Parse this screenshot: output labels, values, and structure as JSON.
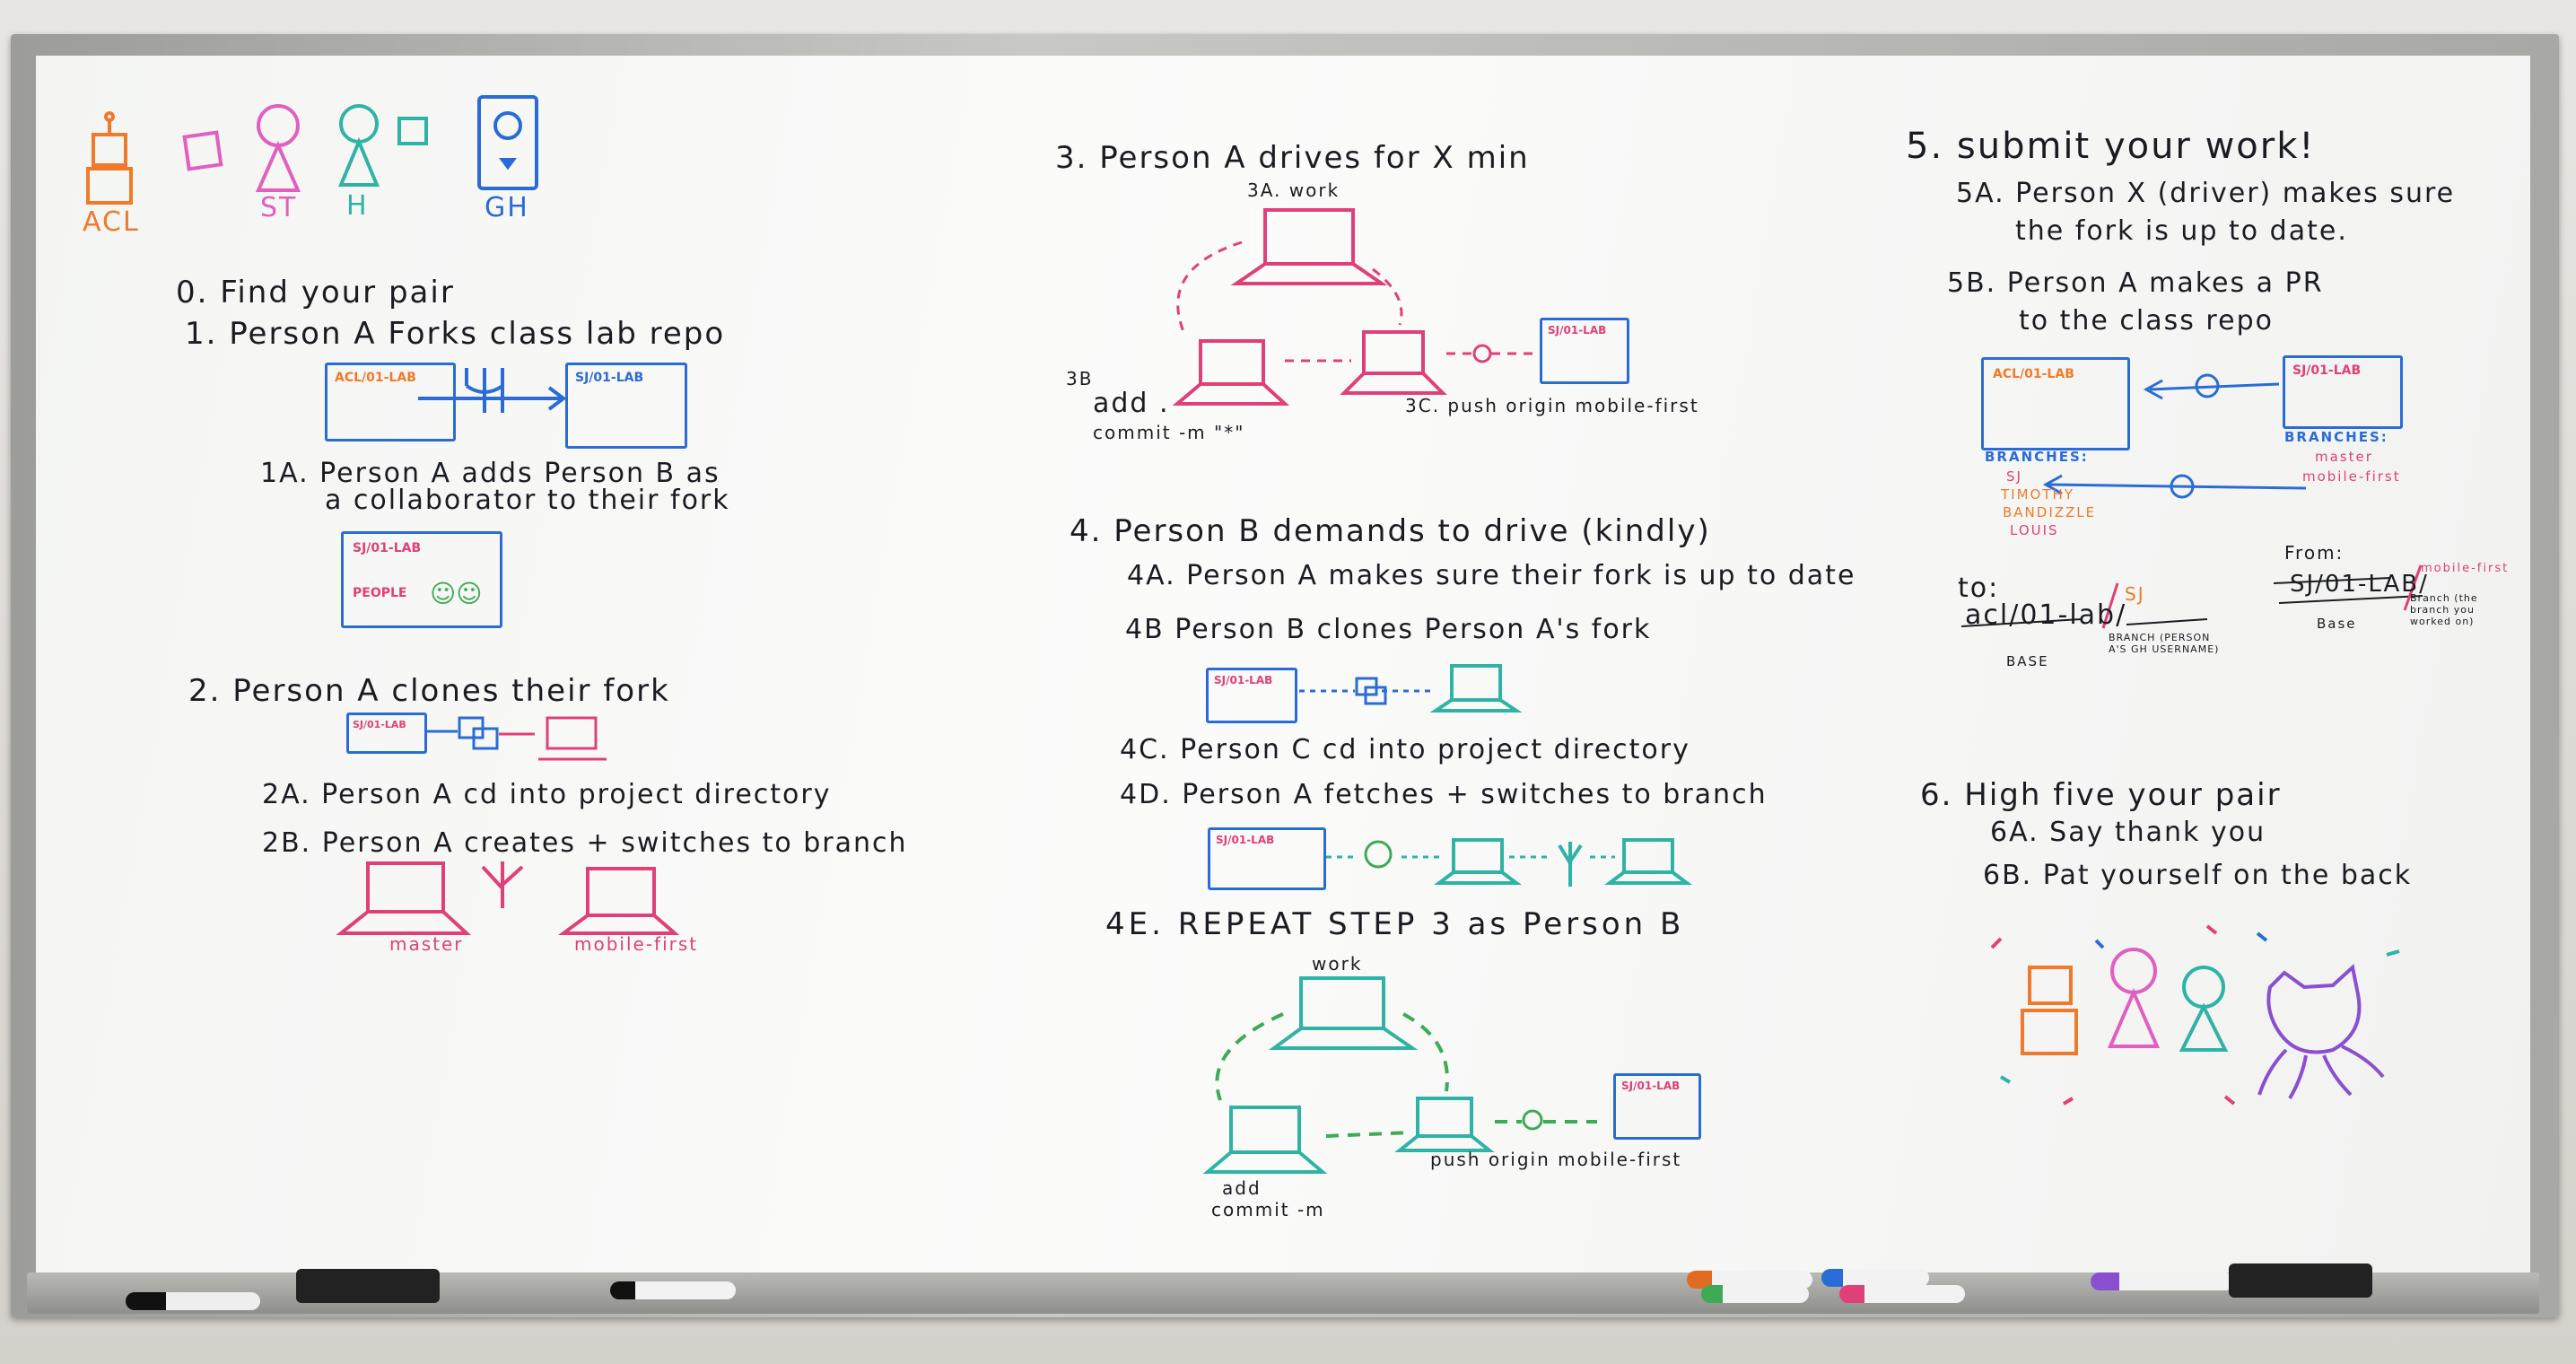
{
  "board": {
    "avatars": [
      {
        "label": "ACL",
        "color": "#f07a2a"
      },
      {
        "label": "ST",
        "color": "#e05fc0"
      },
      {
        "label": "H",
        "color": "#2fb3a6"
      },
      {
        "label": "GH",
        "color": "#2a6cd6"
      }
    ],
    "step0": "0. Find your pair",
    "step1": "1. Person A Forks class lab repo",
    "step1_boxes": [
      "ACL/01-LAB",
      "SJ/01-LAB"
    ],
    "step1a_line1": "1A. Person A adds Person B as",
    "step1a_line2": "a collaborator to their fork",
    "step1a_box": "SJ/01-LAB",
    "step1a_people": "PEOPLE",
    "step2": "2. Person A clones their fork",
    "step2_box": "SJ/01-LAB",
    "step2a": "2A. Person A cd into project directory",
    "step2b": "2B. Person A creates + switches to branch",
    "step2b_labels": [
      "master",
      "mobile-first"
    ],
    "step3": "3. Person A drives for X min",
    "step3a": "3A. work",
    "step3b_label": "3B",
    "step3b_line1": "add .",
    "step3b_line2": "commit -m \"*\"",
    "step3c": "3C. push origin mobile-first",
    "step3c_box": "SJ/01-LAB",
    "step4": "4. Person B demands to drive (kindly)",
    "step4a": "4A. Person A makes sure their fork is up to date",
    "step4b": "4B Person B clones Person A's fork",
    "step4b_box": "SJ/01-LAB",
    "step4c": "4C. Person C cd into project directory",
    "step4d": "4D. Person A fetches + switches to branch",
    "step4d_box": "SJ/01-LAB",
    "step4e": "4E. REPEAT STEP 3 as Person B",
    "step4e_work": "work",
    "step4e_add": "add",
    "step4e_commit": "commit -m",
    "step4e_push": "push origin mobile-first",
    "step4e_box": "SJ/01-LAB",
    "step5": "5. submit your work!",
    "step5a_line1": "5A. Person X (driver) makes sure",
    "step5a_line2": "the fork is up to date.",
    "step5b_line1": "5B. Person A makes a PR",
    "step5b_line2": "to the class repo",
    "step5_box_left": "ACL/01-LAB",
    "step5_box_right": "SJ/01-LAB",
    "branches_left": "BRANCHES:",
    "branches_left_items": [
      "SJ",
      "TIMOTHY",
      "BANDIZZLE",
      "LOUIS"
    ],
    "branches_right": "BRANCHES:",
    "branches_right_items": [
      "master",
      "mobile-first"
    ],
    "to_label": "to:",
    "to_repo": "acl/01-lab/",
    "to_branch": "SJ",
    "to_base": "BASE",
    "to_branch_note": "BRANCH (PERSON A'S GH USERNAME)",
    "from_label": "From:",
    "from_repo": "SJ/01-LAB/",
    "from_branch": "mobile-first",
    "from_base": "Base",
    "from_branch_note": "Branch (the branch you worked on)",
    "step6": "6. High five your pair",
    "step6a": "6A. Say thank you",
    "step6b": "6B. Pat yourself on the back"
  },
  "colors": {
    "ink": "#1b1c22",
    "orange": "#f07a2a",
    "pink": "#e0407a",
    "blue": "#2a6cd6",
    "teal": "#2fb3a6",
    "green": "#3faa55",
    "purple": "#8a4fd0"
  }
}
